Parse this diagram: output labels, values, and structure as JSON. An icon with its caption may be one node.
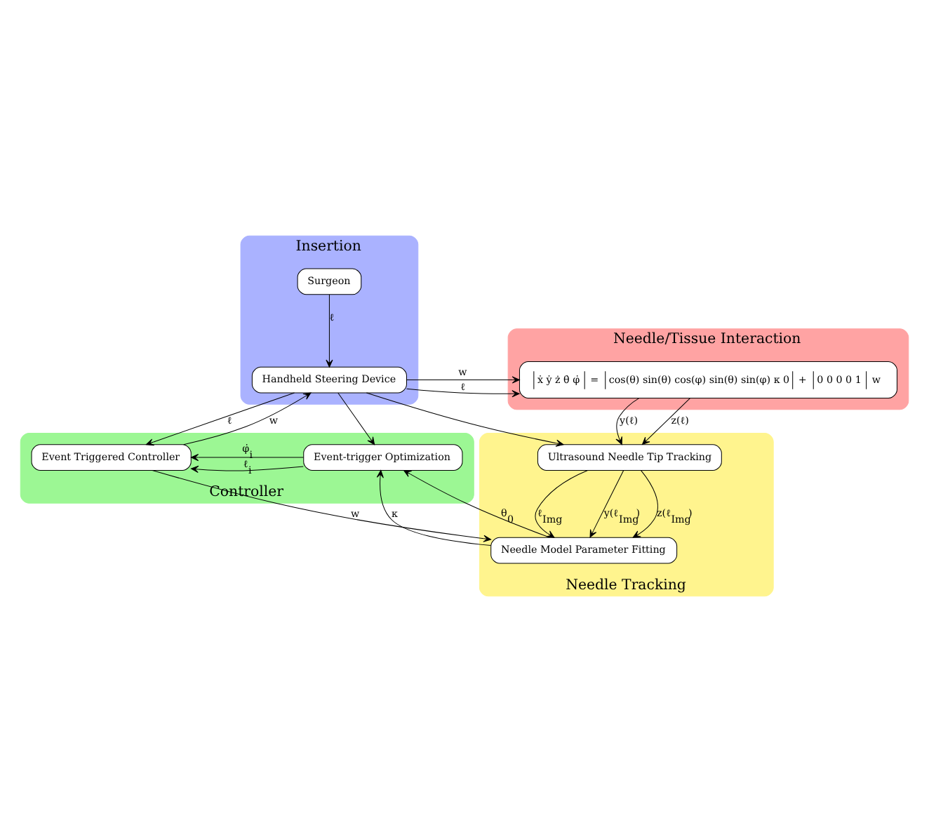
{
  "diagram": {
    "nodes": [
      {
        "text": [
          "Insertion"
        ]
      },
      {
        "text": [
          "Surgeon"
        ],
        "in": 0
      },
      {
        "text": [
          "Handheld Steering Device"
        ],
        "in": 0
      },
      {
        "text": [
          "Needle/Tissue Interaction"
        ]
      },
      {
        "text": [
          "ẋ ẏ ż θ̇ φ̇",
          "=",
          "cos(θ) sin(θ) cos(φ) sin(θ) sin(φ) κ 0",
          "+",
          "0 0 0 0 1",
          "w"
        ],
        "in": 3
      },
      {
        "text": [
          "Controller"
        ]
      },
      {
        "text": [
          "Event Triggered Controller"
        ],
        "in": 5
      },
      {
        "text": [
          "Event-trigger Optimization"
        ],
        "in": 5
      },
      {
        "text": [
          "Needle Tracking"
        ]
      },
      {
        "text": [
          "Ultrasound Needle Tip Tracking"
        ],
        "in": 8
      },
      {
        "text": [
          "Needle Model Parameter Fitting"
        ],
        "in": 8
      }
    ],
    "edges": [
      {
        "from": 1,
        "to": 2,
        "arrow": "to",
        "label": "ℓ"
      },
      {
        "from": 2,
        "to": 4,
        "arrow": "to",
        "label": "w"
      },
      {
        "from": 2,
        "to": 4,
        "arrow": "to",
        "label": "ℓ"
      },
      {
        "from": 2,
        "to": 7,
        "arrow": "to"
      },
      {
        "from": 2,
        "to": 9,
        "arrow": "to"
      },
      {
        "from": 2,
        "to": 6,
        "arrow": "to",
        "label": "ℓ"
      },
      {
        "from": 6,
        "to": 2,
        "arrow": "to",
        "label": "w"
      },
      {
        "from": 7,
        "to": 6,
        "arrow": "to",
        "label": "ℓ$_{i}$"
      },
      {
        "from": 7,
        "to": 6,
        "arrow": "to",
        "label": "φ̇$_{i}$"
      },
      {
        "from": 4,
        "to": 9,
        "arrow": "to",
        "label": "y(ℓ)"
      },
      {
        "from": 4,
        "to": 9,
        "arrow": "to",
        "label": "z(ℓ)"
      },
      {
        "from": 10,
        "to": 7,
        "arrow": "to",
        "label": "κ"
      },
      {
        "from": 10,
        "to": 7,
        "arrow": "to",
        "label": "θ$_{0}$"
      },
      {
        "from": 6,
        "to": 10,
        "arrow": "to",
        "label": "w"
      },
      {
        "from": 9,
        "to": 10,
        "arrow": "to",
        "label": "ℓ$_{Img}$"
      },
      {
        "from": 9,
        "to": 10,
        "arrow": "to",
        "label": "y(ℓ$_{Img}$)"
      },
      {
        "from": 9,
        "to": 10,
        "arrow": "to",
        "label": "z(ℓ$_{Img}$)"
      }
    ]
  }
}
